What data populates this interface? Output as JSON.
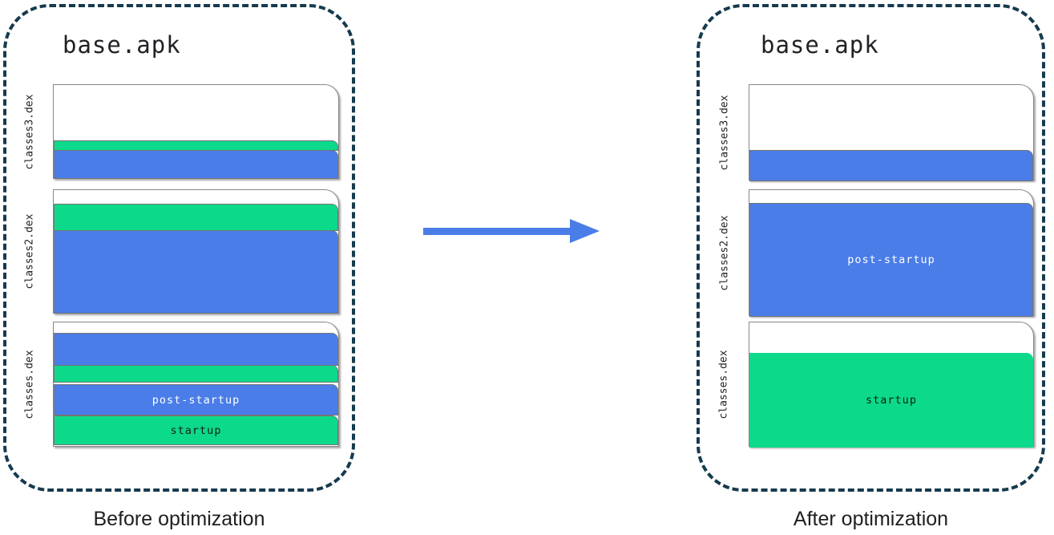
{
  "colors": {
    "post_startup_blue": "#4a7de8",
    "startup_green": "#0cd98a",
    "dash_border": "#163a4e",
    "card_border": "#888888",
    "band_border": "#757575",
    "text_dark": "#202124"
  },
  "diagram": {
    "before": {
      "title": "base.apk",
      "caption": "Before optimization",
      "files": [
        {
          "name": "classes3.dex",
          "height": 118,
          "segments": [
            {
              "type": "empty",
              "height": 69
            },
            {
              "type": "startup",
              "height": 13
            },
            {
              "type": "post-startup",
              "height": 36
            }
          ]
        },
        {
          "name": "classes2.dex",
          "height": 155,
          "segments": [
            {
              "type": "empty",
              "height": 17
            },
            {
              "type": "startup",
              "height": 34
            },
            {
              "type": "post-startup",
              "height": 104
            }
          ]
        },
        {
          "name": "classes.dex",
          "height": 156,
          "segments": [
            {
              "type": "empty",
              "height": 13
            },
            {
              "type": "post-startup",
              "height": 41
            },
            {
              "type": "startup",
              "height": 22
            },
            {
              "type": "empty",
              "height": 3
            },
            {
              "type": "post-startup",
              "height": 39,
              "label": "post-startup"
            },
            {
              "type": "empty",
              "height": 1
            },
            {
              "type": "startup",
              "height": 37,
              "label": "startup"
            }
          ]
        }
      ]
    },
    "after": {
      "title": "base.apk",
      "caption": "After optimization",
      "files": [
        {
          "name": "classes3.dex",
          "height": 120,
          "segments": [
            {
              "type": "empty",
              "height": 81
            },
            {
              "type": "post-startup",
              "height": 39
            }
          ]
        },
        {
          "name": "classes2.dex",
          "height": 158,
          "segments": [
            {
              "type": "empty",
              "height": 16
            },
            {
              "type": "post-startup",
              "height": 142,
              "label": "post-startup"
            }
          ]
        },
        {
          "name": "classes.dex",
          "height": 156,
          "segments": [
            {
              "type": "empty",
              "height": 38
            },
            {
              "type": "startup",
              "height": 118,
              "label": "startup",
              "borderless": true
            }
          ]
        }
      ]
    }
  }
}
